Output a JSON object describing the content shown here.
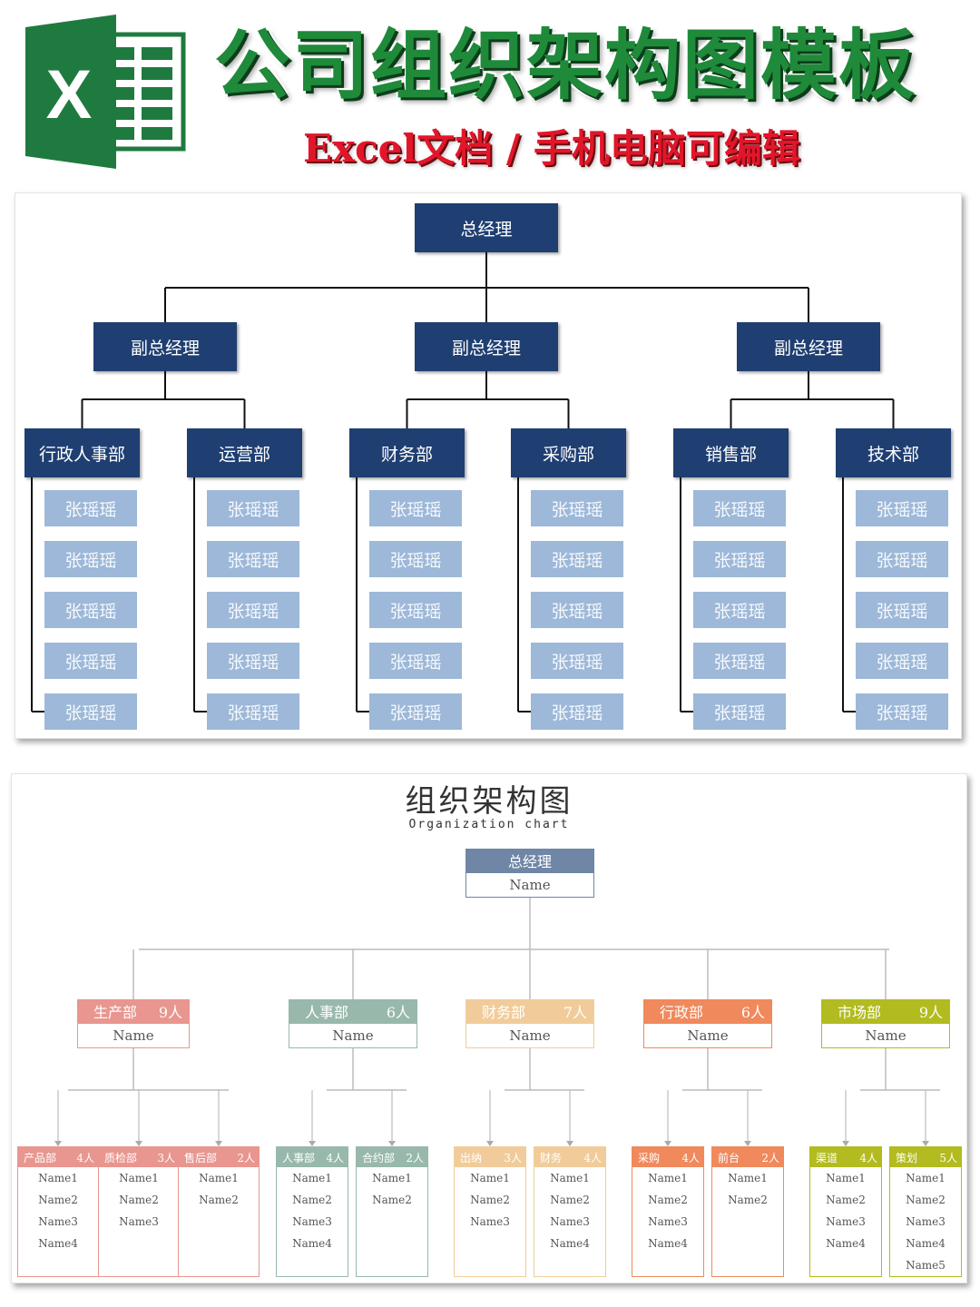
{
  "header": {
    "logo_letter": "X",
    "title": "公司组织架构图模板",
    "subtitle": "Excel文档 / 手机电脑可编辑"
  },
  "colors": {
    "excel_green": "#1f7a3f",
    "title_green": "#1f8a3a",
    "subtitle_red": "#e2162a",
    "c1_dark": "#1f3f72",
    "c1_light": "#9db8d8"
  },
  "chart1": {
    "ceo": "总经理",
    "vps": [
      {
        "label": "副总经理",
        "depts": [
          {
            "label": "行政人事部",
            "members": [
              "张瑶瑶",
              "张瑶瑶",
              "张瑶瑶",
              "张瑶瑶",
              "张瑶瑶"
            ]
          },
          {
            "label": "运营部",
            "members": [
              "张瑶瑶",
              "张瑶瑶",
              "张瑶瑶",
              "张瑶瑶",
              "张瑶瑶"
            ]
          }
        ]
      },
      {
        "label": "副总经理",
        "depts": [
          {
            "label": "财务部",
            "members": [
              "张瑶瑶",
              "张瑶瑶",
              "张瑶瑶",
              "张瑶瑶",
              "张瑶瑶"
            ]
          },
          {
            "label": "采购部",
            "members": [
              "张瑶瑶",
              "张瑶瑶",
              "张瑶瑶",
              "张瑶瑶",
              "张瑶瑶"
            ]
          }
        ]
      },
      {
        "label": "副总经理",
        "depts": [
          {
            "label": "销售部",
            "members": [
              "张瑶瑶",
              "张瑶瑶",
              "张瑶瑶",
              "张瑶瑶",
              "张瑶瑶"
            ]
          },
          {
            "label": "技术部",
            "members": [
              "张瑶瑶",
              "张瑶瑶",
              "张瑶瑶",
              "张瑶瑶",
              "张瑶瑶"
            ]
          }
        ]
      }
    ]
  },
  "chart2": {
    "title": "组织架构图",
    "subtitle": "Organization chart",
    "ceo": {
      "label": "总经理",
      "name": "Name",
      "color": "#6f86a6"
    },
    "depts": [
      {
        "label": "生产部",
        "count": "9人",
        "name": "Name",
        "color": "#e8968f",
        "subs": [
          {
            "label": "产品部",
            "count": "4人",
            "members": [
              "Name1",
              "Name2",
              "Name3",
              "Name4"
            ]
          },
          {
            "label": "质检部",
            "count": "3人",
            "members": [
              "Name1",
              "Name2",
              "Name3"
            ]
          },
          {
            "label": "售后部",
            "count": "2人",
            "members": [
              "Name1",
              "Name2"
            ]
          }
        ]
      },
      {
        "label": "人事部",
        "count": "6人",
        "name": "Name",
        "color": "#98b8ac",
        "subs": [
          {
            "label": "人事部",
            "count": "4人",
            "members": [
              "Name1",
              "Name2",
              "Name3",
              "Name4"
            ]
          },
          {
            "label": "合约部",
            "count": "2人",
            "members": [
              "Name1",
              "Name2"
            ]
          }
        ]
      },
      {
        "label": "财务部",
        "count": "7人",
        "name": "Name",
        "color": "#f1cc9a",
        "subs": [
          {
            "label": "出纳",
            "count": "3人",
            "members": [
              "Name1",
              "Name2",
              "Name3"
            ]
          },
          {
            "label": "财务",
            "count": "4人",
            "members": [
              "Name1",
              "Name2",
              "Name3",
              "Name4"
            ]
          }
        ]
      },
      {
        "label": "行政部",
        "count": "6人",
        "name": "Name",
        "color": "#f0895c",
        "subs": [
          {
            "label": "采购",
            "count": "4人",
            "members": [
              "Name1",
              "Name2",
              "Name3",
              "Name4"
            ]
          },
          {
            "label": "前台",
            "count": "2人",
            "members": [
              "Name1",
              "Name2"
            ]
          }
        ]
      },
      {
        "label": "市场部",
        "count": "9人",
        "name": "Name",
        "color": "#b2bb1f",
        "subs": [
          {
            "label": "渠道",
            "count": "4人",
            "members": [
              "Name1",
              "Name2",
              "Name3",
              "Name4"
            ]
          },
          {
            "label": "策划",
            "count": "5人",
            "members": [
              "Name1",
              "Name2",
              "Name3",
              "Name4",
              "Name5"
            ]
          }
        ]
      }
    ]
  }
}
